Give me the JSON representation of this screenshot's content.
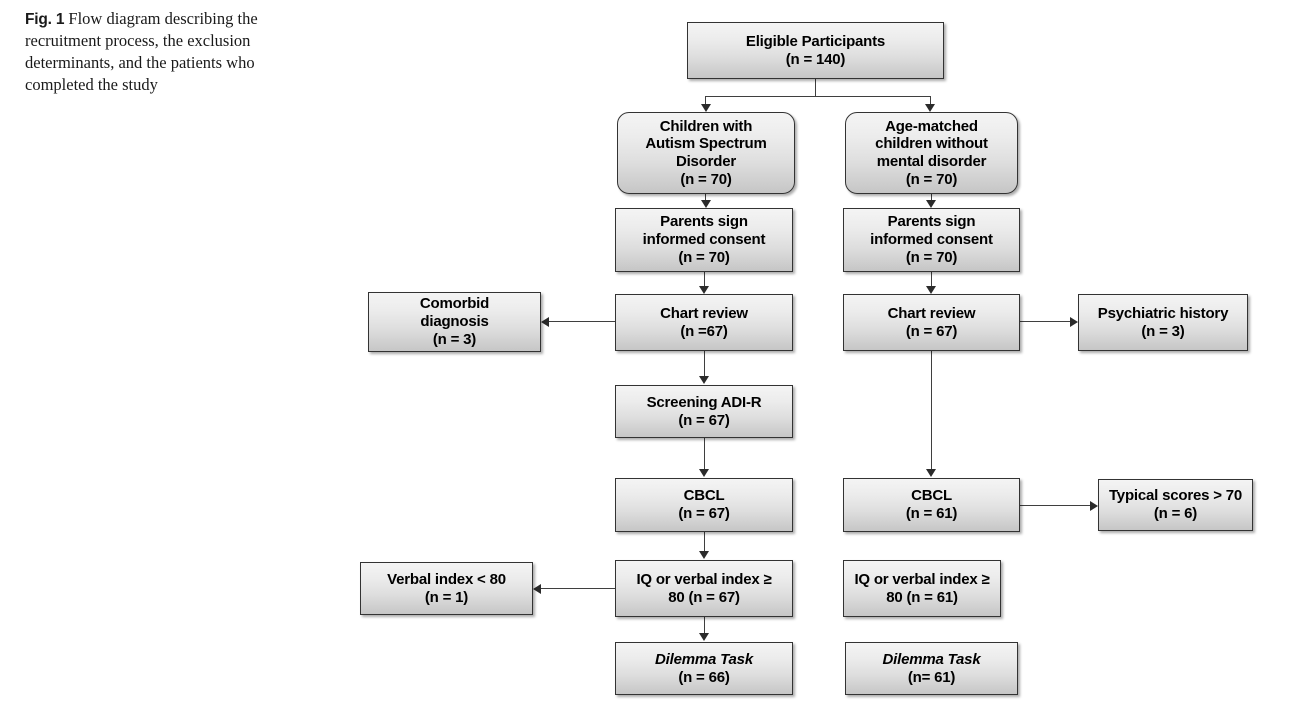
{
  "caption": {
    "figure_number": "Fig. 1",
    "text": "Flow diagram describing the recruitment process, the exclusion determinants, and the patients who completed the study"
  },
  "diagram": {
    "title": "Recruitment flow diagram",
    "colors": {
      "box_border": "#333333",
      "box_fill_top": "#f4f4f4",
      "box_fill_bottom": "#c6c6c6",
      "connector": "#3f3f3f",
      "arrowhead": "#2b2b2b",
      "text": "#000000",
      "background": "#ffffff"
    },
    "nodes": {
      "eligible": {
        "line1": "Eligible Participants",
        "line2": "(n = 140)"
      },
      "asd_group": {
        "line1": "Children with",
        "line2": "Autism Spectrum",
        "line3": "Disorder",
        "line4": "(n = 70)"
      },
      "control_group": {
        "line1": "Age-matched",
        "line2": "children without",
        "line3": "mental disorder",
        "line4": "(n = 70)"
      },
      "consent_left": {
        "line1": "Parents sign",
        "line2": "informed consent",
        "line3": "(n = 70)"
      },
      "consent_right": {
        "line1": "Parents sign",
        "line2": "informed consent",
        "line3": "(n = 70)"
      },
      "chart_review_left": {
        "line1": "Chart review",
        "line2": "(n =67)"
      },
      "chart_review_right": {
        "line1": "Chart review",
        "line2": "(n = 67)"
      },
      "comorbid": {
        "line1": "Comorbid",
        "line2": "diagnosis",
        "line3": "(n = 3)"
      },
      "psychiatric_history": {
        "line1": "Psychiatric history",
        "line2": "(n = 3)"
      },
      "screening_adir": {
        "line1": "Screening ADI-R",
        "line2": "(n = 67)"
      },
      "cbcl_left": {
        "line1": "CBCL",
        "line2": "(n = 67)"
      },
      "cbcl_right": {
        "line1": "CBCL",
        "line2": "(n = 61)"
      },
      "typical_scores": {
        "line1": "Typical scores > 70",
        "line2": "(n = 6)"
      },
      "verbal_index": {
        "line1": "Verbal index < 80",
        "line2": "(n = 1)"
      },
      "iq_left": {
        "line1": "IQ or verbal index ≥",
        "line2": "80 (n = 67)"
      },
      "iq_right": {
        "line1": "IQ or verbal index ≥",
        "line2": "80 (n = 61)"
      },
      "dilemma_left": {
        "line1": "Dilemma Task",
        "line2": "(n = 66)"
      },
      "dilemma_right": {
        "line1": "Dilemma Task",
        "line2": "(n= 61)"
      }
    }
  }
}
